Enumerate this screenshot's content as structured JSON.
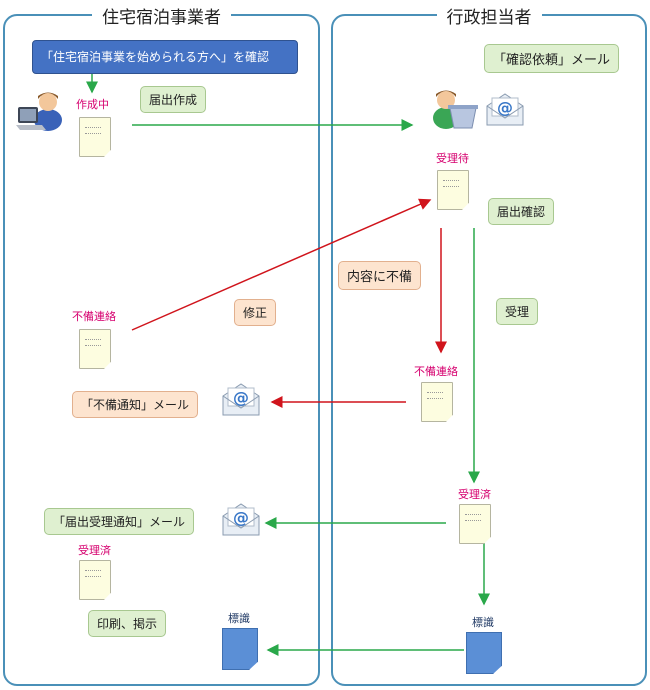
{
  "lanes": {
    "left_title": "住宅宿泊事業者",
    "right_title": "行政担当者"
  },
  "left": {
    "confirm_box": "「住宅宿泊事業を始められる方へ」を確認",
    "status_creating": "作成中",
    "callout_create": "届出作成",
    "status_incomplete": "不備連絡",
    "callout_fix": "修正",
    "callout_incomplete_mail": "「不備通知」メール",
    "callout_accept_mail": "「届出受理通知」メール",
    "status_accepted": "受理済",
    "callout_print": "印刷、掲示",
    "sign_label": "標識"
  },
  "right": {
    "callout_confirm_mail": "「確認依頼」メール",
    "status_waiting": "受理待",
    "callout_check": "届出確認",
    "callout_defect": "内容に不備",
    "callout_accept": "受理",
    "status_incomplete": "不備連絡",
    "status_accepted": "受理済",
    "sign_label": "標識"
  },
  "colors": {
    "lane_border": "#4a90b8",
    "status_text": "#d6006f",
    "arrow_green": "#2aa84a",
    "arrow_red": "#d0141c",
    "callout_green": "#dff0d0",
    "callout_peach": "#fde4cf",
    "blue_box": "#4472c4"
  }
}
